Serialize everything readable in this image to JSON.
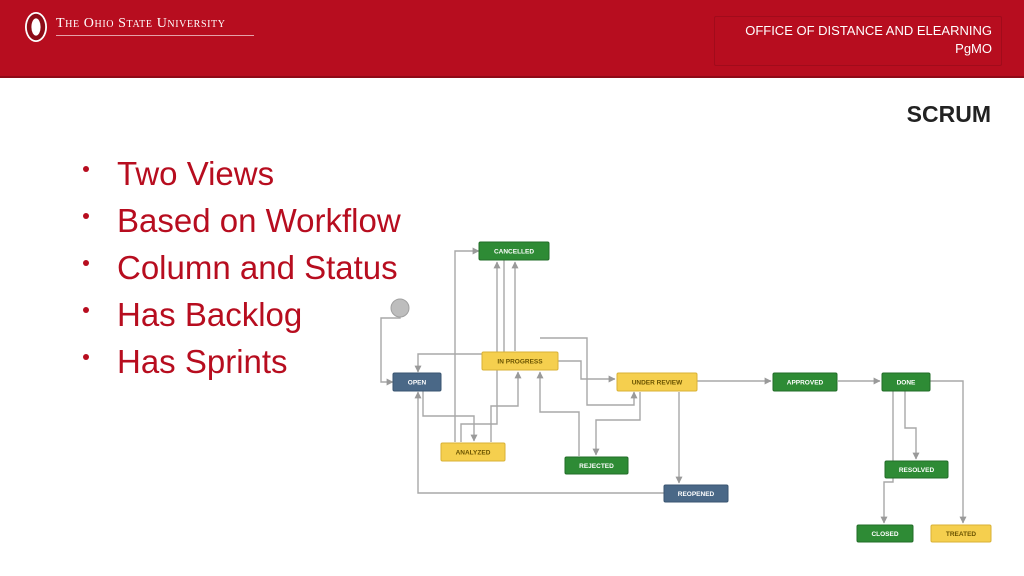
{
  "header": {
    "university_name": "The Ohio State University",
    "office_line1": "OFFICE OF DISTANCE AND ELEARNING",
    "office_line2": "PgMO",
    "brand_color": "#b70d1f"
  },
  "slide": {
    "title": "SCRUM",
    "bullets": [
      "Two Views",
      "Based on Workflow",
      "Column and Status",
      "Has Backlog",
      "Has Sprints"
    ]
  },
  "diagram": {
    "node_colors": {
      "blue": "#4a6887",
      "green": "#2e8b35",
      "yellow": "#f5cf4e"
    },
    "nodes": {
      "open": "OPEN",
      "cancelled": "CANCELLED",
      "in_progress": "IN PROGRESS",
      "under_review": "UNDER REVIEW",
      "approved": "APPROVED",
      "done": "DONE",
      "analyzed": "ANALYZED",
      "rejected": "REJECTED",
      "resolved": "RESOLVED",
      "reopened": "REOPENED",
      "closed": "CLOSED",
      "treated": "TREATED"
    }
  }
}
